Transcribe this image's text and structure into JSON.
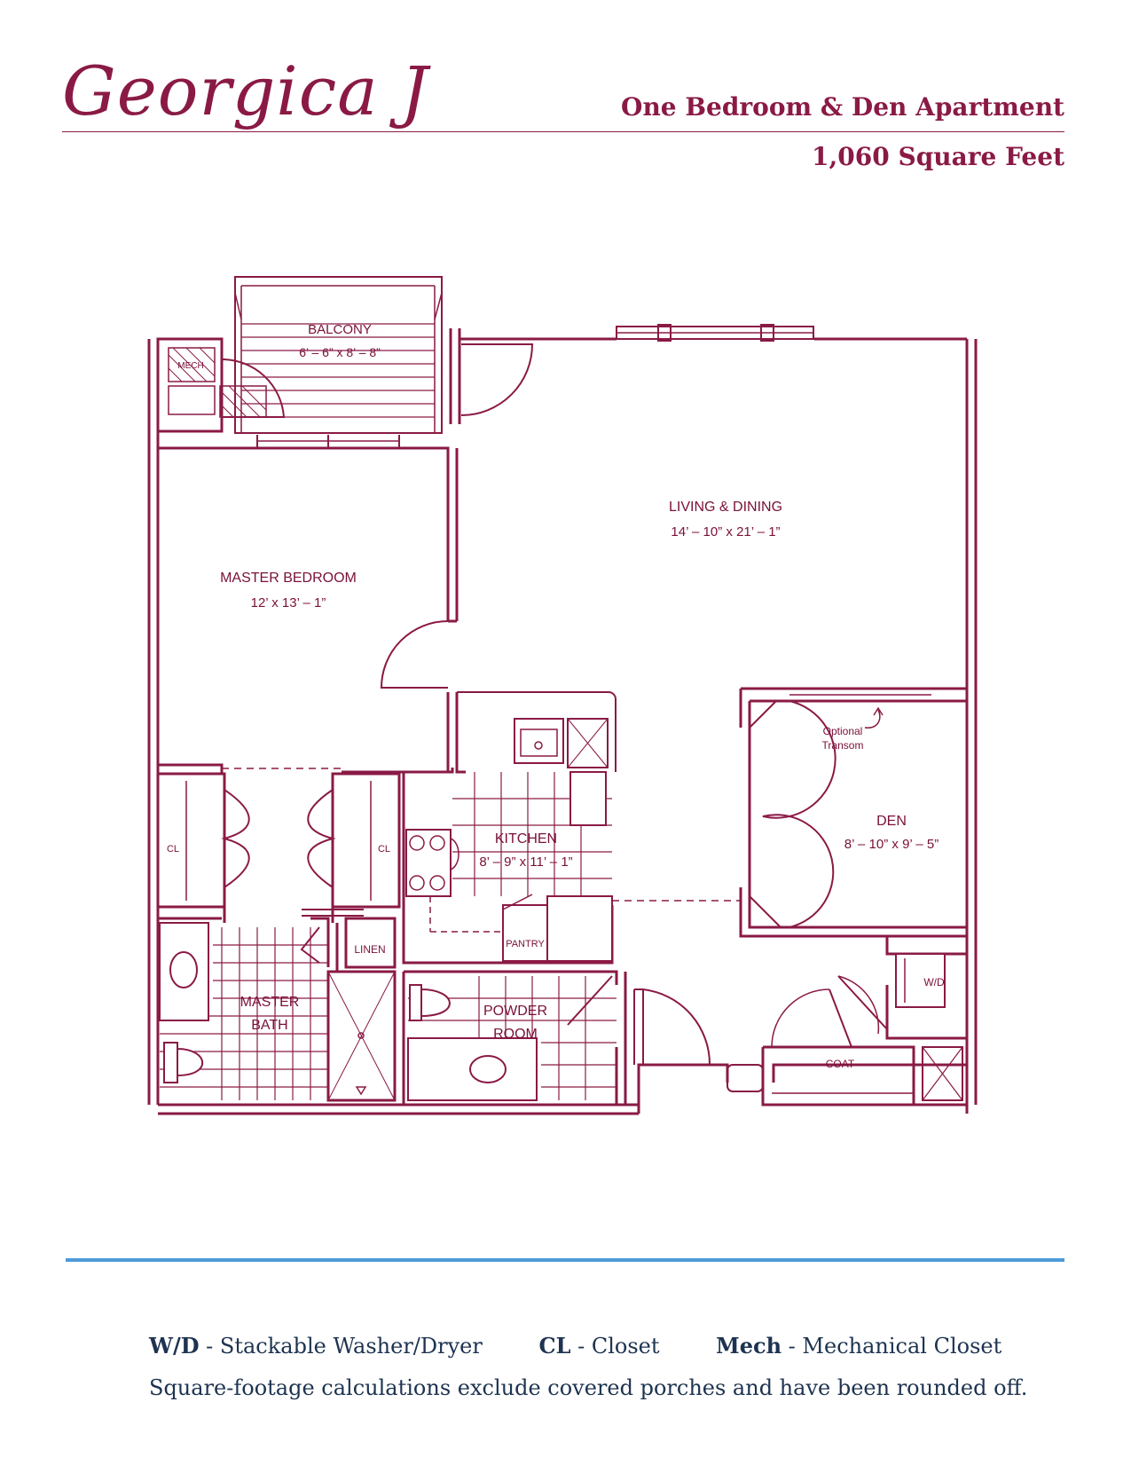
{
  "header": {
    "title": "Georgica J",
    "subtitle": "One Bedroom & Den Apartment",
    "area": "1,060 Square Feet"
  },
  "rooms": {
    "balcony": {
      "name": "BALCONY",
      "dims": "6’ – 6” x 8’ – 8”"
    },
    "mech": {
      "name": "MECH"
    },
    "living": {
      "name": "LIVING & DINING",
      "dims": "14’ – 10” x 21’ – 1”"
    },
    "master_bedroom": {
      "name": "MASTER BEDROOM",
      "dims": "12’ x 13’ – 1”"
    },
    "kitchen": {
      "name": "KITCHEN",
      "dims": "8’ – 9” x 11’ – 1”"
    },
    "den": {
      "name": "DEN",
      "dims": "8’ – 10” x 9’ – 5”"
    },
    "transom_note": {
      "line1": "Optional",
      "line2": "Transom"
    },
    "closet_left": {
      "name": "CL"
    },
    "closet_right": {
      "name": "CL"
    },
    "linen": {
      "name": "LINEN"
    },
    "pantry": {
      "name": "PANTRY"
    },
    "master_bath": {
      "line1": "MASTER",
      "line2": "BATH"
    },
    "powder_room": {
      "line1": "POWDER",
      "line2": "ROOM"
    },
    "wd": {
      "name": "W/D"
    },
    "coat": {
      "name": "COAT"
    }
  },
  "legend": [
    {
      "abbr": "W/D",
      "desc": " - Stackable Washer/Dryer"
    },
    {
      "abbr": "CL",
      "desc": " - Closet"
    },
    {
      "abbr": "Mech",
      "desc": " - Mechanical Closet"
    }
  ],
  "note": "Square-footage calculations exclude covered porches and have been rounded off.",
  "colors": {
    "brand": "#8a1a45",
    "rule": "#4d9ad8",
    "legend_text": "#1d3350"
  }
}
